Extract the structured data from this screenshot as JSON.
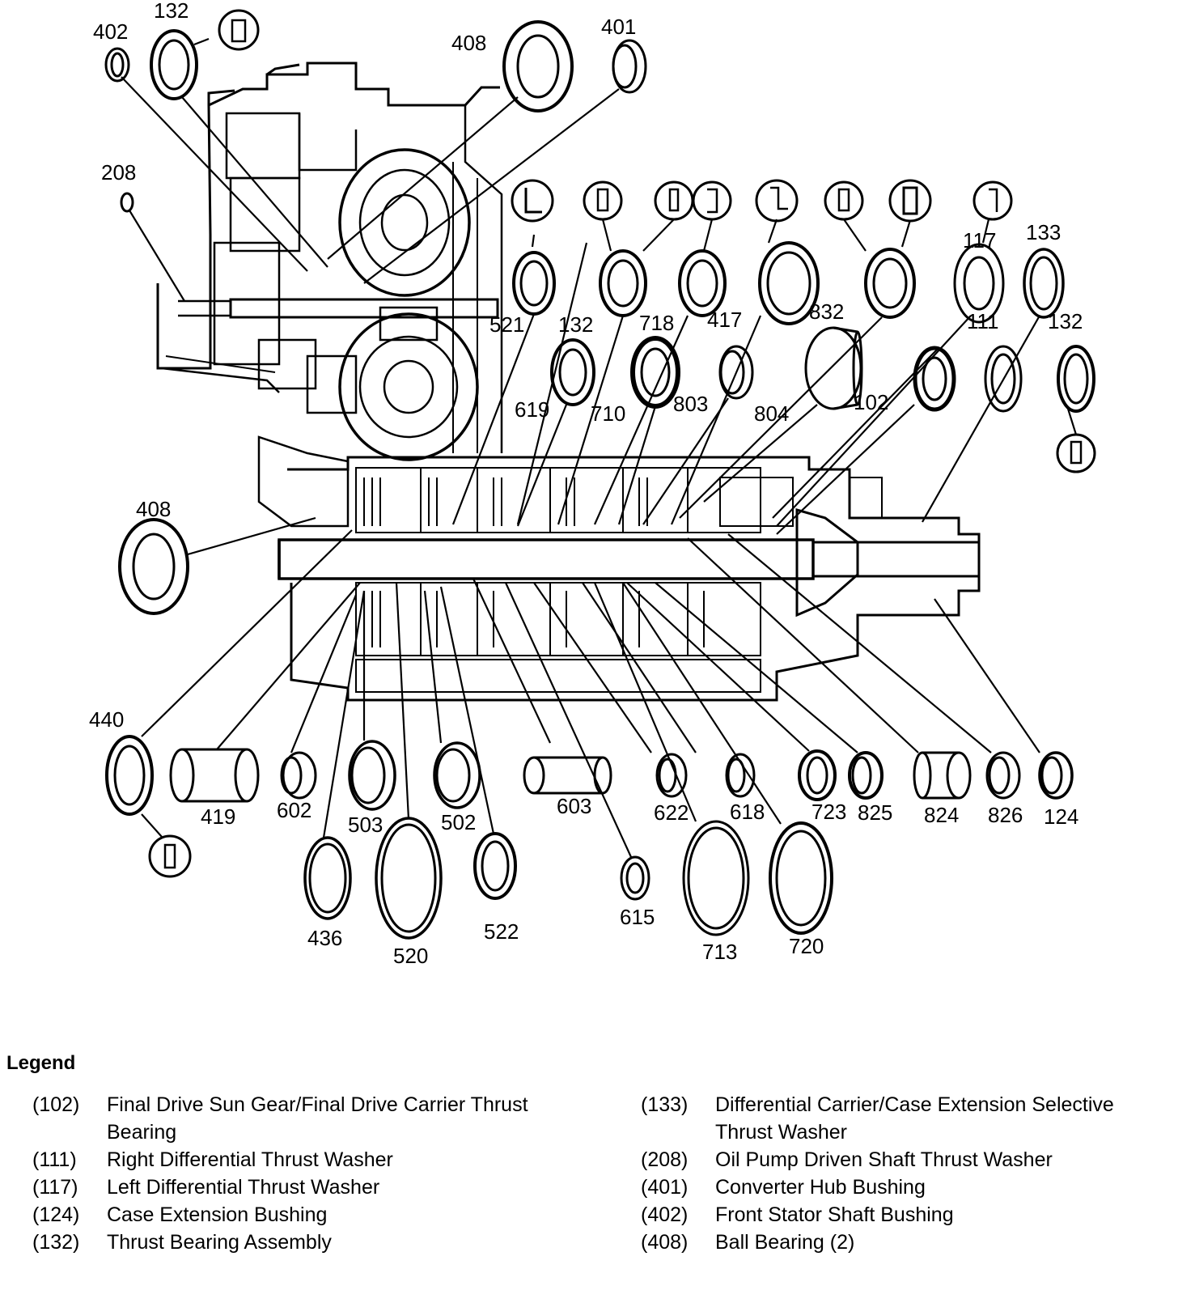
{
  "callouts": [
    {
      "id": "c402",
      "text": "402"
    },
    {
      "id": "c132a",
      "text": "132"
    },
    {
      "id": "c408a",
      "text": "408"
    },
    {
      "id": "c401",
      "text": "401"
    },
    {
      "id": "c208",
      "text": "208"
    },
    {
      "id": "c117",
      "text": "117"
    },
    {
      "id": "c133",
      "text": "133"
    },
    {
      "id": "c521",
      "text": "521"
    },
    {
      "id": "c132b",
      "text": "132"
    },
    {
      "id": "c718",
      "text": "718"
    },
    {
      "id": "c417",
      "text": "417"
    },
    {
      "id": "c832",
      "text": "832"
    },
    {
      "id": "c111",
      "text": "111"
    },
    {
      "id": "c132c",
      "text": "132"
    },
    {
      "id": "c619",
      "text": "619"
    },
    {
      "id": "c710",
      "text": "710"
    },
    {
      "id": "c803",
      "text": "803"
    },
    {
      "id": "c804",
      "text": "804"
    },
    {
      "id": "c102",
      "text": "102"
    },
    {
      "id": "c408b",
      "text": "408"
    },
    {
      "id": "c440",
      "text": "440"
    },
    {
      "id": "c419",
      "text": "419"
    },
    {
      "id": "c602",
      "text": "602"
    },
    {
      "id": "c503",
      "text": "503"
    },
    {
      "id": "c502",
      "text": "502"
    },
    {
      "id": "c603",
      "text": "603"
    },
    {
      "id": "c622",
      "text": "622"
    },
    {
      "id": "c618",
      "text": "618"
    },
    {
      "id": "c723",
      "text": "723"
    },
    {
      "id": "c825",
      "text": "825"
    },
    {
      "id": "c824",
      "text": "824"
    },
    {
      "id": "c826",
      "text": "826"
    },
    {
      "id": "c124",
      "text": "124"
    },
    {
      "id": "c436",
      "text": "436"
    },
    {
      "id": "c520",
      "text": "520"
    },
    {
      "id": "c522",
      "text": "522"
    },
    {
      "id": "c615",
      "text": "615"
    },
    {
      "id": "c713",
      "text": "713"
    },
    {
      "id": "c720",
      "text": "720"
    }
  ],
  "legend": {
    "title": "Legend",
    "left": [
      {
        "num": "(102)",
        "desc": "Final Drive Sun Gear/Final Drive Carrier Thrust Bearing"
      },
      {
        "num": "(111)",
        "desc": "Right Differential Thrust Washer"
      },
      {
        "num": "(117)",
        "desc": "Left Differential Thrust Washer"
      },
      {
        "num": "(124)",
        "desc": "Case Extension Bushing"
      },
      {
        "num": "(132)",
        "desc": "Thrust Bearing Assembly"
      }
    ],
    "right": [
      {
        "num": "(133)",
        "desc": "Differential Carrier/Case Extension Selective Thrust Washer"
      },
      {
        "num": "(208)",
        "desc": "Oil Pump Driven Shaft Thrust Washer"
      },
      {
        "num": "(401)",
        "desc": "Converter Hub Bushing"
      },
      {
        "num": "(402)",
        "desc": "Front Stator Shaft Bushing"
      },
      {
        "num": "(408)",
        "desc": "Ball Bearing (2)"
      }
    ]
  }
}
